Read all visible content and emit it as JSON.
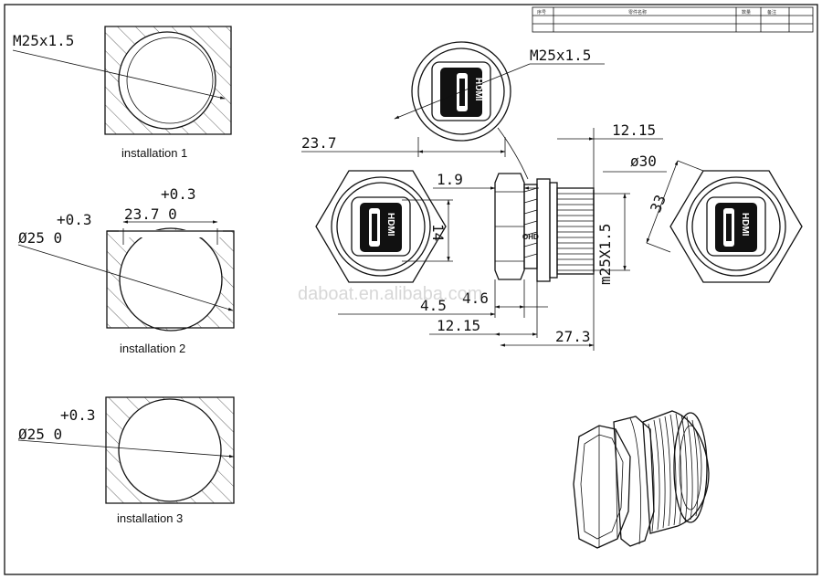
{
  "title_block": {
    "cells": [
      "序号",
      "零件名称",
      "数量",
      "备注"
    ]
  },
  "installations": [
    {
      "caption": "installation 1",
      "thread": "M25x1.5"
    },
    {
      "caption": "installation 2",
      "tol": "+0.3",
      "dia": "Ø25 0",
      "flat_tol": "+0.3",
      "flat": "23.7 0"
    },
    {
      "caption": "installation 3",
      "tol": "+0.3",
      "dia": "Ø25 0"
    }
  ],
  "views": {
    "thread_label": "M25x1.5",
    "dim_23_7": "23.7",
    "dim_12_15_top": "12.15",
    "dim_phi30": "ø30",
    "dim_1_9": "1.9",
    "dim_14": "14",
    "dim_m25": "m25X1.5",
    "dim_33": "33",
    "dim_4_5": "4.5",
    "dim_4_6": "4.6",
    "dim_12_15_bottom": "12.15",
    "dim_27_3": "27.3",
    "hdmi_label": "HDMI"
  },
  "watermark": "daboat.en.alibaba.com"
}
